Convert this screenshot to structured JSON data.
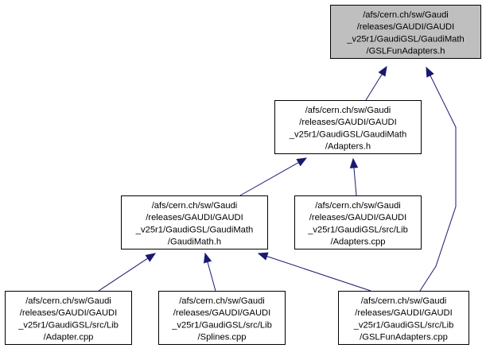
{
  "graph": {
    "colors": {
      "root_fill": "#bfbfbf",
      "node_fill": "#ffffff",
      "border": "#000000",
      "edge": "#191970"
    },
    "nodes": [
      {
        "id": "gslfunadapters_h",
        "root": true,
        "lines": [
          "/afs/cern.ch/sw/Gaudi",
          "/releases/GAUDI/GAUDI",
          "_v25r1/GaudiGSL/GaudiMath",
          "/GSLFunAdapters.h"
        ]
      },
      {
        "id": "adapters_h",
        "root": false,
        "lines": [
          "/afs/cern.ch/sw/Gaudi",
          "/releases/GAUDI/GAUDI",
          "_v25r1/GaudiGSL/GaudiMath",
          "/Adapters.h"
        ]
      },
      {
        "id": "gaudimath_h",
        "root": false,
        "lines": [
          "/afs/cern.ch/sw/Gaudi",
          "/releases/GAUDI/GAUDI",
          "_v25r1/GaudiGSL/GaudiMath",
          "/GaudiMath.h"
        ]
      },
      {
        "id": "adapters_cpp",
        "root": false,
        "lines": [
          "/afs/cern.ch/sw/Gaudi",
          "/releases/GAUDI/GAUDI",
          "_v25r1/GaudiGSL/src/Lib",
          "/Adapters.cpp"
        ]
      },
      {
        "id": "adapter_cpp",
        "root": false,
        "lines": [
          "/afs/cern.ch/sw/Gaudi",
          "/releases/GAUDI/GAUDI",
          "_v25r1/GaudiGSL/src/Lib",
          "/Adapter.cpp"
        ]
      },
      {
        "id": "splines_cpp",
        "root": false,
        "lines": [
          "/afs/cern.ch/sw/Gaudi",
          "/releases/GAUDI/GAUDI",
          "_v25r1/GaudiGSL/src/Lib",
          "/Splines.cpp"
        ]
      },
      {
        "id": "gslfunadapters_cpp",
        "root": false,
        "lines": [
          "/afs/cern.ch/sw/Gaudi",
          "/releases/GAUDI/GAUDI",
          "_v25r1/GaudiGSL/src/Lib",
          "/GSLFunAdapters.cpp"
        ]
      }
    ],
    "edges": [
      {
        "from": "adapters_h",
        "to": "gslfunadapters_h"
      },
      {
        "from": "gslfunadapters_cpp",
        "to": "gslfunadapters_h"
      },
      {
        "from": "gaudimath_h",
        "to": "adapters_h"
      },
      {
        "from": "adapters_cpp",
        "to": "adapters_h"
      },
      {
        "from": "adapter_cpp",
        "to": "gaudimath_h"
      },
      {
        "from": "splines_cpp",
        "to": "gaudimath_h"
      },
      {
        "from": "gslfunadapters_cpp",
        "to": "gaudimath_h"
      }
    ]
  }
}
